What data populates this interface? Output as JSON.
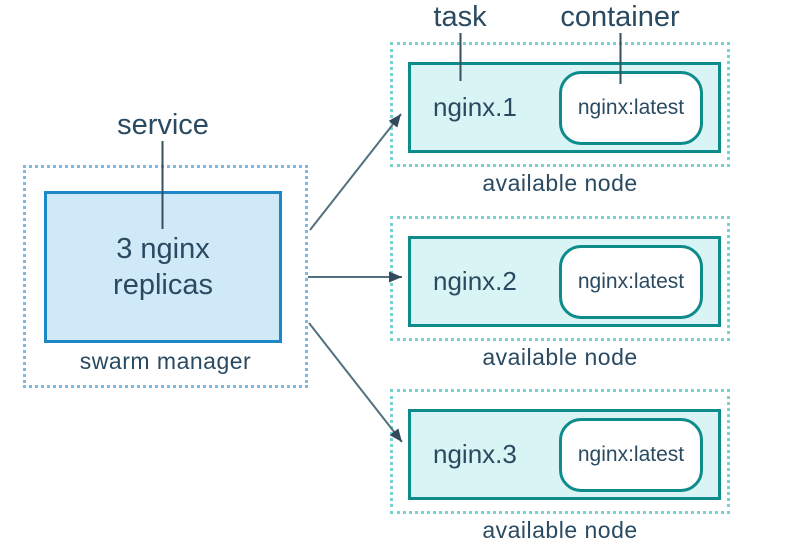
{
  "labels": {
    "service": "service",
    "task": "task",
    "container": "container"
  },
  "manager": {
    "replicas_text": "3 nginx replicas",
    "caption": "swarm manager"
  },
  "nodes": [
    {
      "task": "nginx.1",
      "container": "nginx:latest",
      "caption": "available node"
    },
    {
      "task": "nginx.2",
      "container": "nginx:latest",
      "caption": "available node"
    },
    {
      "task": "nginx.3",
      "container": "nginx:latest",
      "caption": "available node"
    }
  ],
  "colors": {
    "text": "#2a4a61",
    "blue-border": "#1d87c8",
    "blue-fill": "#cfe9f8",
    "dot-blue": "#7db9e0",
    "teal-border": "#0e8b8b",
    "teal-fill": "#d9f4f4",
    "dot-teal": "#7ad1d1",
    "container-fill": "#ffffff",
    "line": "#35505e",
    "arrow": "#52707f",
    "arrowhead": "#324a5c"
  }
}
